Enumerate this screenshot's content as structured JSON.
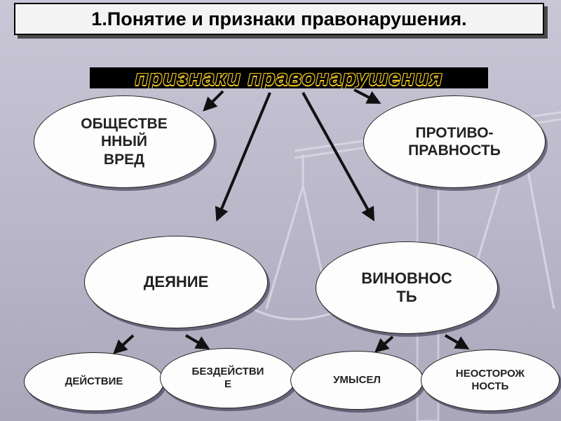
{
  "title": "1.Понятие и признаки правонарушения.",
  "banner": "признаки правонарушения",
  "nodes": {
    "public_harm": "ОБЩЕСТВЕ\nННЫЙ\nВРЕД",
    "illegality": "ПРОТИВО-\nПРАВНОСТЬ",
    "act": "ДЕЯНИЕ",
    "guilt": "ВИНОВНОС\nТЬ",
    "action": "ДЕЙСТВИЕ",
    "inaction": "БЕЗДЕЙСТВИ\nЕ",
    "intent": "УМЫСЕЛ",
    "negligence": "НЕОСТОРОЖ\nНОСТЬ"
  },
  "colors": {
    "banner_text": "#f0c820",
    "banner_bg": "#000000",
    "background": "#c0bdd0"
  }
}
